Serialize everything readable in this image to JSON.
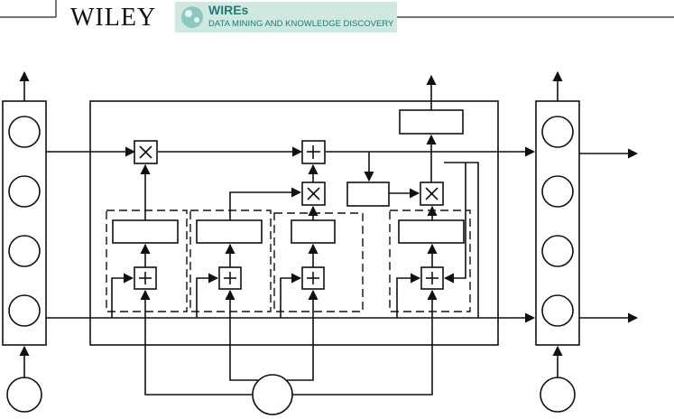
{
  "header": {
    "publisher": "WILEY",
    "journal_title": "WIREs",
    "journal_subtitle": "DATA MINING AND KNOWLEDGE DISCOVERY",
    "colors": {
      "badge_bg": "#cfe9e1",
      "badge_text": "#1f7a76",
      "rule": "#222222"
    },
    "icon": "wires-globe-logo"
  },
  "diagram": {
    "stroke_color": "#111111",
    "operator_symbols": {
      "multiply": "×",
      "add": "+"
    }
  }
}
